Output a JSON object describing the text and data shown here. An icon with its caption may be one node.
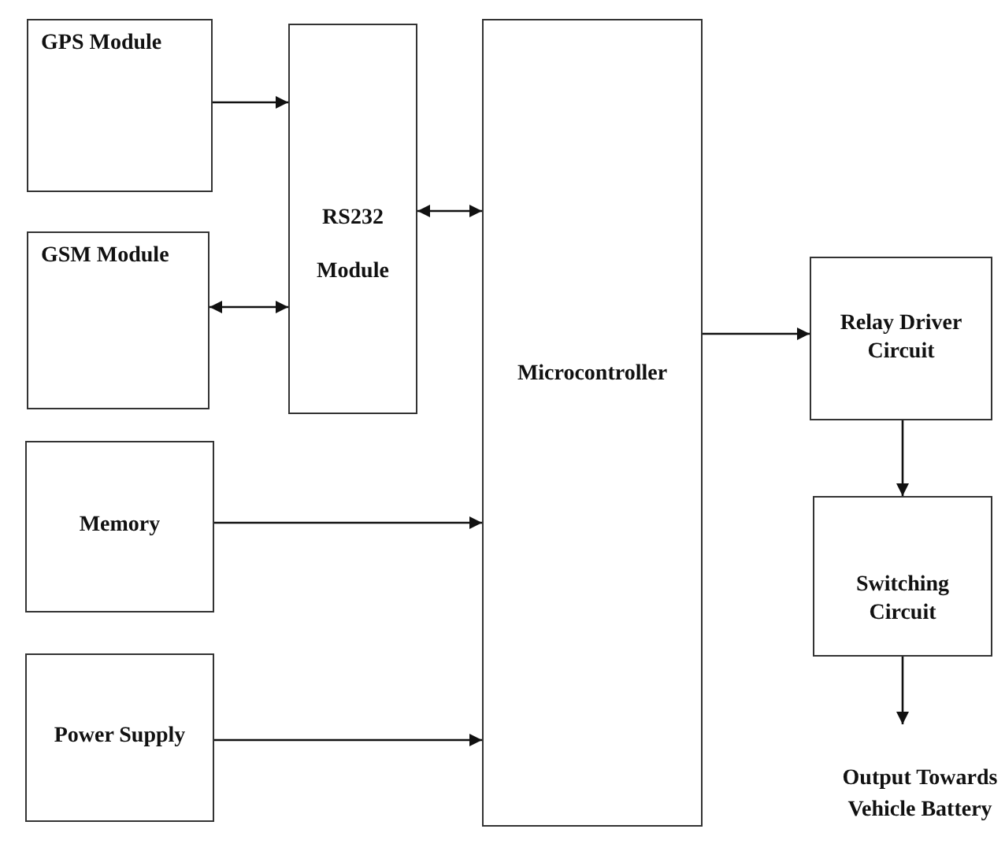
{
  "diagram": {
    "nodes": [
      {
        "text": [
          "GPS Module"
        ]
      },
      {
        "text": [
          "GSM Module"
        ]
      },
      {
        "text": [
          "RS232 Module"
        ]
      },
      {
        "text": [
          "Memory"
        ]
      },
      {
        "text": [
          "Power Supply"
        ]
      },
      {
        "text": [
          "Microcontroller"
        ]
      },
      {
        "text": [
          "Relay Driver Circuit"
        ]
      },
      {
        "text": [
          "Switching Circuit"
        ]
      },
      {
        "text": [
          "Output Towards Vehicle Battery"
        ]
      }
    ],
    "edges": [
      {
        "from": 0,
        "to": 2,
        "arrow": "to"
      },
      {
        "from": 1,
        "to": 2,
        "arrow": "both"
      },
      {
        "from": 2,
        "to": 5,
        "arrow": "both"
      },
      {
        "from": 3,
        "to": 5,
        "arrow": "to"
      },
      {
        "from": 4,
        "to": 5,
        "arrow": "to"
      },
      {
        "from": 5,
        "to": 6,
        "arrow": "to"
      },
      {
        "from": 6,
        "to": 7,
        "arrow": "to"
      },
      {
        "from": 7,
        "to": 8,
        "arrow": "to"
      }
    ]
  }
}
